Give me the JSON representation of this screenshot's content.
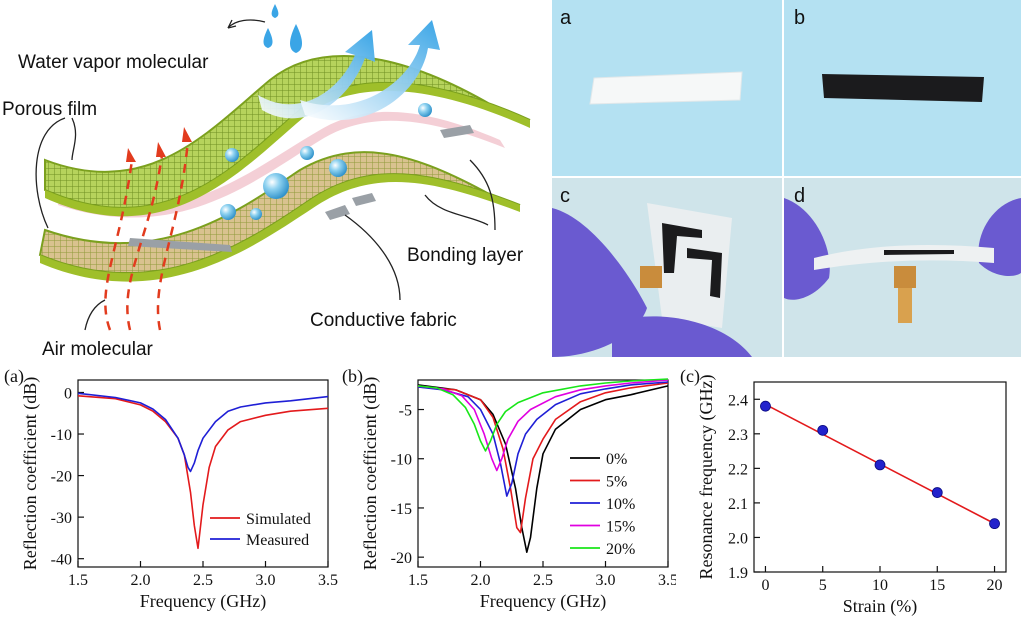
{
  "schematic": {
    "labels": {
      "water": "Water vapor molecular",
      "porous": "Porous film",
      "bonding": "Bonding layer",
      "conductive": "Conductive fabric",
      "air": "Air molecular"
    }
  },
  "photos": {
    "panels": [
      {
        "letter": "a"
      },
      {
        "letter": "b"
      },
      {
        "letter": "c"
      },
      {
        "letter": "d"
      }
    ]
  },
  "colors": {
    "simulated": "#e31a1c",
    "measured": "#1f1fd6",
    "s0": "#000000",
    "s5": "#e31a1c",
    "s10": "#1f1fd6",
    "s15": "#e000e0",
    "s20": "#19e619",
    "fit": "#e31a1c",
    "point": "#2222cc",
    "photo_bg": "#b9e4f3"
  },
  "chart_data": [
    {
      "panel_label": "(a)",
      "type": "line",
      "xlabel": "Frequency (GHz)",
      "ylabel": "Reflection coefficient (dB)",
      "xlim": [
        1.5,
        3.5
      ],
      "ylim": [
        -42,
        3
      ],
      "xticks": [
        1.5,
        2.0,
        2.5,
        3.0,
        3.5
      ],
      "xtick_labels": [
        "1.5",
        "2.0",
        "2.5",
        "3.0",
        "3.5"
      ],
      "yticks": [
        0,
        -10,
        -20,
        -30,
        -40
      ],
      "ytick_labels": [
        "0",
        "-10",
        "-20",
        "-30",
        "-40"
      ],
      "legend": "bottom-right",
      "grid": false,
      "series": [
        {
          "name": "Simulated",
          "color": "#e31a1c",
          "x": [
            1.5,
            1.8,
            2.0,
            2.1,
            2.2,
            2.3,
            2.35,
            2.4,
            2.43,
            2.46,
            2.5,
            2.55,
            2.6,
            2.7,
            2.8,
            3.0,
            3.2,
            3.5
          ],
          "y": [
            -0.8,
            -1.5,
            -3,
            -4.5,
            -7,
            -11,
            -15,
            -24,
            -32,
            -37.5,
            -27,
            -18,
            -13,
            -9,
            -7,
            -5.5,
            -4.5,
            -3.8
          ]
        },
        {
          "name": "Measured",
          "color": "#1f1fd6",
          "x": [
            1.5,
            1.8,
            2.0,
            2.1,
            2.2,
            2.3,
            2.35,
            2.38,
            2.4,
            2.43,
            2.46,
            2.5,
            2.6,
            2.7,
            2.8,
            3.0,
            3.2,
            3.5
          ],
          "y": [
            -0.2,
            -1.2,
            -2.5,
            -4,
            -6.5,
            -11,
            -15,
            -18,
            -19,
            -17,
            -14,
            -11,
            -7,
            -4.5,
            -3.5,
            -2.5,
            -2,
            -1
          ]
        }
      ]
    },
    {
      "panel_label": "(b)",
      "type": "line",
      "xlabel": "Frequency (GHz)",
      "ylabel": "Reflection coefficient (dB)",
      "xlim": [
        1.5,
        3.5
      ],
      "ylim": [
        -21,
        -2
      ],
      "xticks": [
        1.5,
        2.0,
        2.5,
        3.0,
        3.5
      ],
      "xtick_labels": [
        "1.5",
        "2.0",
        "2.5",
        "3.0",
        "3.5"
      ],
      "yticks": [
        -5,
        -10,
        -15,
        -20
      ],
      "ytick_labels": [
        "-5",
        "-10",
        "-15",
        "-20"
      ],
      "legend": "right",
      "grid": false,
      "series": [
        {
          "name": "0%",
          "color": "#000000",
          "x": [
            1.5,
            1.8,
            2.0,
            2.1,
            2.2,
            2.28,
            2.33,
            2.37,
            2.4,
            2.45,
            2.5,
            2.6,
            2.8,
            3.0,
            3.2,
            3.5
          ],
          "y": [
            -2.5,
            -3,
            -4,
            -5.5,
            -8.5,
            -13,
            -17,
            -19.5,
            -18,
            -13,
            -9.5,
            -7,
            -5,
            -4,
            -3.5,
            -2.6
          ]
        },
        {
          "name": "5%",
          "color": "#e31a1c",
          "x": [
            1.5,
            1.8,
            2.0,
            2.1,
            2.18,
            2.24,
            2.29,
            2.32,
            2.36,
            2.42,
            2.5,
            2.6,
            2.8,
            3.0,
            3.2,
            3.5
          ],
          "y": [
            -2.7,
            -3,
            -4,
            -5.8,
            -9,
            -13,
            -17,
            -17.5,
            -14,
            -10,
            -8,
            -6,
            -4.2,
            -3.3,
            -2.8,
            -2.3
          ]
        },
        {
          "name": "10%",
          "color": "#1f1fd6",
          "x": [
            1.5,
            1.7,
            1.9,
            2.0,
            2.1,
            2.16,
            2.21,
            2.25,
            2.3,
            2.36,
            2.45,
            2.6,
            2.8,
            3.0,
            3.2,
            3.5
          ],
          "y": [
            -2.7,
            -3,
            -3.7,
            -5,
            -7.5,
            -10.5,
            -13.8,
            -12.5,
            -9.5,
            -7.5,
            -6,
            -4.5,
            -3.4,
            -2.9,
            -2.5,
            -2.2
          ]
        },
        {
          "name": "15%",
          "color": "#e000e0",
          "x": [
            1.5,
            1.7,
            1.85,
            1.95,
            2.03,
            2.09,
            2.13,
            2.17,
            2.22,
            2.3,
            2.4,
            2.6,
            2.8,
            3.0,
            3.2,
            3.5
          ],
          "y": [
            -2.6,
            -2.9,
            -3.6,
            -5,
            -7.5,
            -10,
            -11.2,
            -10,
            -8,
            -6.2,
            -5,
            -3.7,
            -3,
            -2.6,
            -2.3,
            -2
          ]
        },
        {
          "name": "20%",
          "color": "#19e619",
          "x": [
            1.5,
            1.65,
            1.78,
            1.88,
            1.95,
            2.0,
            2.04,
            2.08,
            2.13,
            2.2,
            2.3,
            2.5,
            2.8,
            3.0,
            3.2,
            3.5
          ],
          "y": [
            -2.6,
            -2.8,
            -3.5,
            -4.8,
            -6.5,
            -8.2,
            -9.2,
            -8.2,
            -6.5,
            -5.2,
            -4.3,
            -3.3,
            -2.6,
            -2.3,
            -2.1,
            -1.9
          ]
        }
      ]
    },
    {
      "panel_label": "(c)",
      "type": "scatter",
      "xlabel": "Strain (%)",
      "ylabel": "Resonance frequency (GHz)",
      "xlim": [
        -1,
        21
      ],
      "ylim": [
        1.9,
        2.45
      ],
      "xticks": [
        0,
        5,
        10,
        15,
        20
      ],
      "xtick_labels": [
        "0",
        "5",
        "10",
        "15",
        "20"
      ],
      "yticks": [
        1.9,
        2.0,
        2.1,
        2.2,
        2.3,
        2.4
      ],
      "ytick_labels": [
        "1.9",
        "2.0",
        "2.1",
        "2.2",
        "2.3",
        "2.4"
      ],
      "grid": false,
      "x": [
        0,
        5,
        10,
        15,
        20
      ],
      "y": [
        2.38,
        2.31,
        2.21,
        2.13,
        2.04
      ],
      "fit": {
        "x": [
          0,
          20
        ],
        "y": [
          2.385,
          2.04
        ]
      }
    }
  ]
}
